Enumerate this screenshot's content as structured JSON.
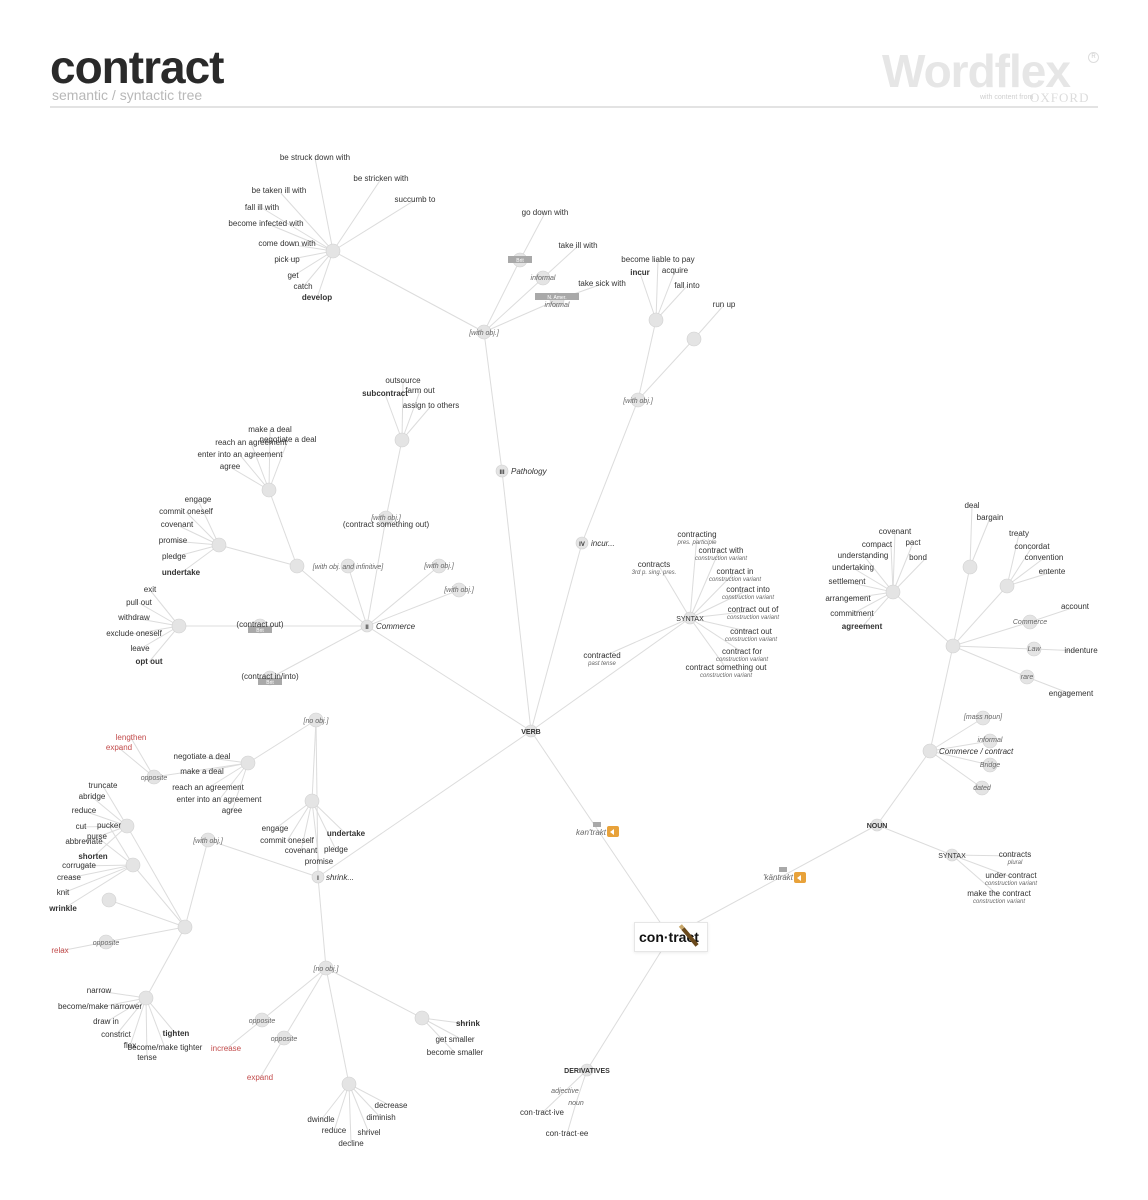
{
  "header": {
    "title": "contract",
    "subtitle": "semantic / syntactic tree",
    "brand": "Wordflex",
    "brand_sub": "with content from",
    "brand_oxford": "OXFORD",
    "reg": "R"
  },
  "root": {
    "label": "con·tract"
  },
  "pron": {
    "verb": "kən'trakt",
    "noun": "'käntrakt"
  },
  "colors": {
    "line": "#dcdcdc",
    "node_fill": "#e4e4e4",
    "node_stroke": "#d0d0d0",
    "text": "#333333",
    "gray": "#666666",
    "red": "#c24b4b",
    "tag": "#a9a9a9",
    "speaker": "#e8a23a"
  },
  "verb": {
    "label": "VERB",
    "pathology": {
      "num": "III",
      "label": "Pathology",
      "with_obj": "[with obj.]",
      "tag_brit": "Brit",
      "informal": "informal",
      "tag_nam": "N. Amer.",
      "informal2": "informal",
      "words": [
        "be struck down with",
        "be stricken with",
        "succumb to",
        "be taken ill with",
        "fall ill with",
        "become infected with",
        "come down with",
        "pick up",
        "get",
        "catch",
        "develop"
      ],
      "words2": [
        "go down with",
        "take ill with",
        "take sick with"
      ]
    },
    "incur": {
      "num": "IV",
      "label": "incur...",
      "with_obj": "[with obj.]",
      "words": [
        "become liable to pay",
        "incur",
        "acquire",
        "fall into"
      ],
      "words2": [
        "run up"
      ]
    },
    "commerce": {
      "num": "II",
      "label": "Commerce",
      "subcontract": [
        "outsource",
        "subcontract",
        "farm out",
        "assign to others"
      ],
      "with_obj_cso": "[with obj.]",
      "cso": "(contract something out)",
      "deal": [
        "make a deal",
        "reach an agreement",
        "negotiate a deal",
        "enter into an agreement",
        "agree"
      ],
      "engage": [
        "engage",
        "commit oneself",
        "covenant",
        "promise",
        "pledge",
        "undertake"
      ],
      "with_inf": "[with obj. and infinitive]",
      "with_obj_a": "[with obj.]",
      "with_obj_b": "[with obj.]",
      "contract_out": "(contract out)",
      "tag_brit": "Brit",
      "optout": [
        "exit",
        "pull out",
        "withdraw",
        "exclude oneself",
        "leave",
        "opt out"
      ],
      "contract_in": "(contract in/into)",
      "tag_brit2": "Brit"
    },
    "syntax": {
      "label": "SYNTAX",
      "forms": [
        {
          "w": "contracting",
          "s": "pres. participle"
        },
        {
          "w": "contract with",
          "s": "construction variant"
        },
        {
          "w": "contracts",
          "s": "3rd p. sing. pres."
        },
        {
          "w": "contract in",
          "s": "construction variant"
        },
        {
          "w": "contract into",
          "s": "construction variant"
        },
        {
          "w": "contract out of",
          "s": "construction variant"
        },
        {
          "w": "contract out",
          "s": "construction variant"
        },
        {
          "w": "contracted",
          "s": "past tense"
        },
        {
          "w": "contract for",
          "s": "construction variant"
        },
        {
          "w": "contract something out",
          "s": "construction variant"
        }
      ]
    },
    "shrink": {
      "num": "I",
      "label": "shrink...",
      "no_obj_top": "[no obj.]",
      "with_obj": "[with obj.]",
      "no_obj_bot": "[no obj.]",
      "deal": [
        "negotiate a deal",
        "make a deal",
        "reach an agreement",
        "enter into an agreement",
        "agree"
      ],
      "opposite": "opposite",
      "opp_words": [
        "lengthen",
        "expand"
      ],
      "engage": [
        "engage",
        "commit oneself",
        "covenant",
        "undertake",
        "pledge",
        "promise"
      ],
      "truncate": [
        "truncate",
        "abridge",
        "reduce",
        "cut",
        "abbreviate",
        "shorten"
      ],
      "pucker": [
        "pucker",
        "purse",
        "corrugate",
        "crease",
        "knit",
        "wrinkle"
      ],
      "opp2": "opposite",
      "relax": "relax",
      "narrow": [
        "narrow",
        "become/make narrower",
        "draw in",
        "constrict",
        "flex",
        "tighten",
        "become/make tighter",
        "tense"
      ],
      "opp3": "opposite",
      "opp4": "opposite",
      "increase": "increase",
      "expand": "expand",
      "shrink_words": [
        "shrink",
        "get smaller",
        "become smaller"
      ],
      "decrease": [
        "decrease",
        "diminish",
        "shrivel",
        "decline",
        "reduce",
        "dwindle"
      ]
    }
  },
  "noun": {
    "label": "NOUN",
    "sense": "Commerce / contract",
    "mass": "[mass noun]",
    "informal": "informal",
    "bridge": "Bridge",
    "dated": "dated",
    "words_a": [
      "covenant",
      "compact",
      "pact",
      "understanding",
      "bond",
      "undertaking",
      "settlement",
      "arrangement",
      "commitment",
      "agreement"
    ],
    "words_b": [
      "deal",
      "bargain",
      "treaty",
      "concordat",
      "convention",
      "entente"
    ],
    "commerce": "Commerce",
    "account": "account",
    "law": "Law",
    "indenture": "indenture",
    "rare": "rare",
    "engagement": "engagement",
    "syntax": "SYNTAX",
    "forms": [
      {
        "w": "contracts",
        "s": "plural"
      },
      {
        "w": "under contract",
        "s": "construction variant"
      },
      {
        "w": "make the contract",
        "s": "construction variant"
      }
    ]
  },
  "derivatives": {
    "label": "DERIVATIVES",
    "adj_tag": "adjective",
    "adj": "con·tract·ive",
    "noun_tag": "noun",
    "noun": "con·tract·ee"
  }
}
